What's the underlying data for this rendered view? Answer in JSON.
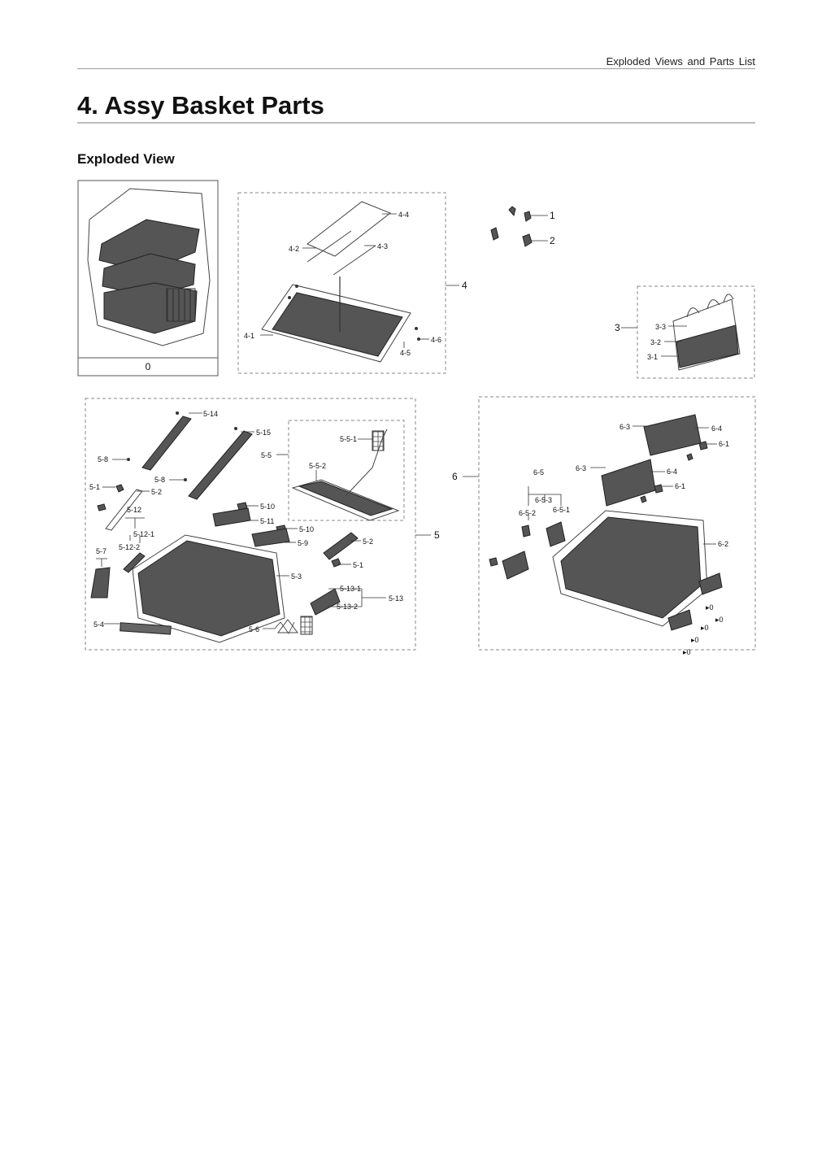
{
  "header": {
    "running_title": "Exploded Views and Parts List"
  },
  "section": {
    "title": "4.  Assy Basket Parts",
    "subtitle": "Exploded View"
  },
  "overview": {
    "label": "0"
  },
  "callouts": {
    "c1": "1",
    "c2": "2",
    "c3": "3",
    "c3_1": "3-1",
    "c3_2": "3-2",
    "c3_3": "3-3",
    "c4": "4",
    "c4_1": "4-1",
    "c4_2": "4-2",
    "c4_3": "4-3",
    "c4_4": "4-4",
    "c4_5": "4-5",
    "c4_6": "4-6",
    "c5": "5",
    "c5_1a": "5-1",
    "c5_1b": "5-1",
    "c5_2a": "5-2",
    "c5_2b": "5-2",
    "c5_3": "5-3",
    "c5_4": "5-4",
    "c5_5": "5-5",
    "c5_5_1": "5-5-1",
    "c5_5_2": "5-5-2",
    "c5_6": "5-6",
    "c5_7": "5-7",
    "c5_8a": "5-8",
    "c5_8b": "5-8",
    "c5_9": "5-9",
    "c5_10a": "5-10",
    "c5_10b": "5-10",
    "c5_11": "5-11",
    "c5_12": "5-12",
    "c5_12_1": "5-12-1",
    "c5_12_2": "5-12-2",
    "c5_13": "5-13",
    "c5_13_1": "5-13-1",
    "c5_13_2": "5-13-2",
    "c5_14": "5-14",
    "c5_15": "5-15",
    "c6": "6",
    "c6_1a": "6-1",
    "c6_1b": "6-1",
    "c6_2": "6-2",
    "c6_3a": "6-3",
    "c6_3b": "6-3",
    "c6_4a": "6-4",
    "c6_4b": "6-4",
    "c6_5": "6-5",
    "c6_5_1": "6-5-1",
    "c6_5_2": "6-5-2",
    "c6_5_3": "6-5-3"
  }
}
